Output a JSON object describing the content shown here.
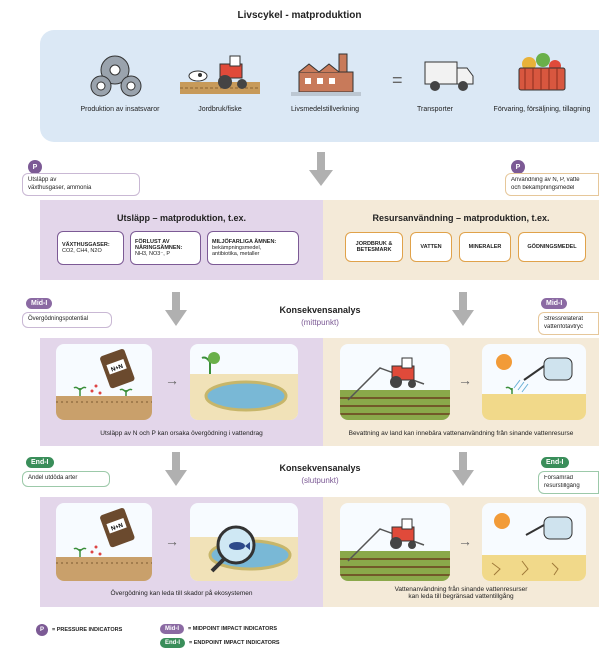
{
  "title": "Livscykel - matproduktion",
  "stages": [
    {
      "label": "Produktion av insatsvaror",
      "icon": "gears-icon"
    },
    {
      "label": "Jordbruk/fiske",
      "icon": "tractor-icon"
    },
    {
      "label": "Livsmedelstillverkning",
      "icon": "factory-icon"
    },
    {
      "label": "Transporter",
      "icon": "truck-icon"
    },
    {
      "label": "Förvaring, försäljning, tillagning",
      "icon": "basket-icon"
    }
  ],
  "equals_symbol": "=",
  "pressure": {
    "badge": "P",
    "left_note": [
      "Utsläpp av",
      "växthusgaser, ammonia"
    ],
    "right_note": [
      "Användning av N, P, vatte",
      "och bekämpningsmedel"
    ],
    "left_title": "Utsläpp – matproduktion, t.ex.",
    "right_title": "Resursanvändning – matproduktion, t.ex.",
    "left_pills": [
      {
        "lines": [
          "VÄXTHUSGASER:",
          "CO2, CH4, N2O"
        ]
      },
      {
        "lines": [
          "FÖRLUST AV",
          "NÄRINGSÄMNEN:",
          "NH3, NO3⁻, P"
        ]
      },
      {
        "lines": [
          "MILJÖFARLIGA ÄMNEN:",
          "bekämpningsmedel,",
          "antibiotika, metaller"
        ]
      }
    ],
    "right_pills": [
      "JORDBRUK & BETESMARK",
      "VATTEN",
      "MINERALER",
      "GÖDNINGSMEDEL"
    ]
  },
  "midpoint": {
    "badge": "Mid-I",
    "title": "Konsekvensanalys",
    "subtitle": "(mittpunkt)",
    "left_note": "Övergödningspotential",
    "right_note": [
      "Stressrelaterat",
      "vattenfotavtryc"
    ],
    "left_caption": "Utsläpp av N och P kan orsaka övergödning i vattendrag",
    "right_caption": "Bevattning av land kan innebära vattenanvändning från sinande vattenresurse",
    "bag_label": "N+N"
  },
  "endpoint": {
    "badge": "End-I",
    "title": "Konsekvensanalys",
    "subtitle": "(slutpunkt)",
    "left_note": "Andel utdöda arter",
    "right_note": [
      "Försämrad",
      "resurstillgång"
    ],
    "left_caption": "Övergödning kan leda till skador på ekosystemen",
    "right_caption": [
      "Vattenanvändning från sinande vattenresurser",
      "kan leda till begränsad vattentillgång"
    ],
    "bag_label": "N+N"
  },
  "legend": [
    {
      "badge": "P",
      "text": "= PRESSURE INDICATORS",
      "color": "#7c5a95"
    },
    {
      "badge": "Mid-I",
      "text": "= MIDPOINT IMPACT INDICATORS",
      "color": "#8b6aa3"
    },
    {
      "badge": "End-I",
      "text": "= ENDPOINT IMPACT INDICATORS",
      "color": "#3a8e5a"
    }
  ],
  "colors": {
    "lifecycle_bg": "#dbe8f5",
    "left_panel": "#e3d6ea",
    "right_panel": "#f4ead8",
    "purple": "#7c5a95",
    "green": "#3a8e5a",
    "orange": "#e0a24a",
    "arrow": "#b0b0b0"
  }
}
